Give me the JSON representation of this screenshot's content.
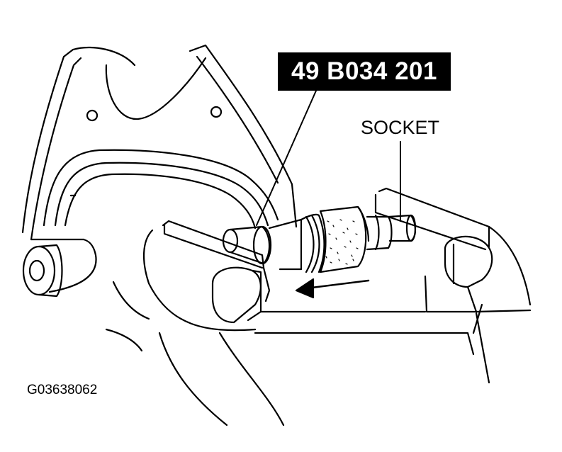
{
  "labels": {
    "tool_number": "49 B034 201",
    "socket": "SOCKET",
    "figure_id": "G03638062"
  },
  "colors": {
    "line": "#000000",
    "background": "#ffffff",
    "label_box": "#000000",
    "label_text": "#ffffff"
  }
}
